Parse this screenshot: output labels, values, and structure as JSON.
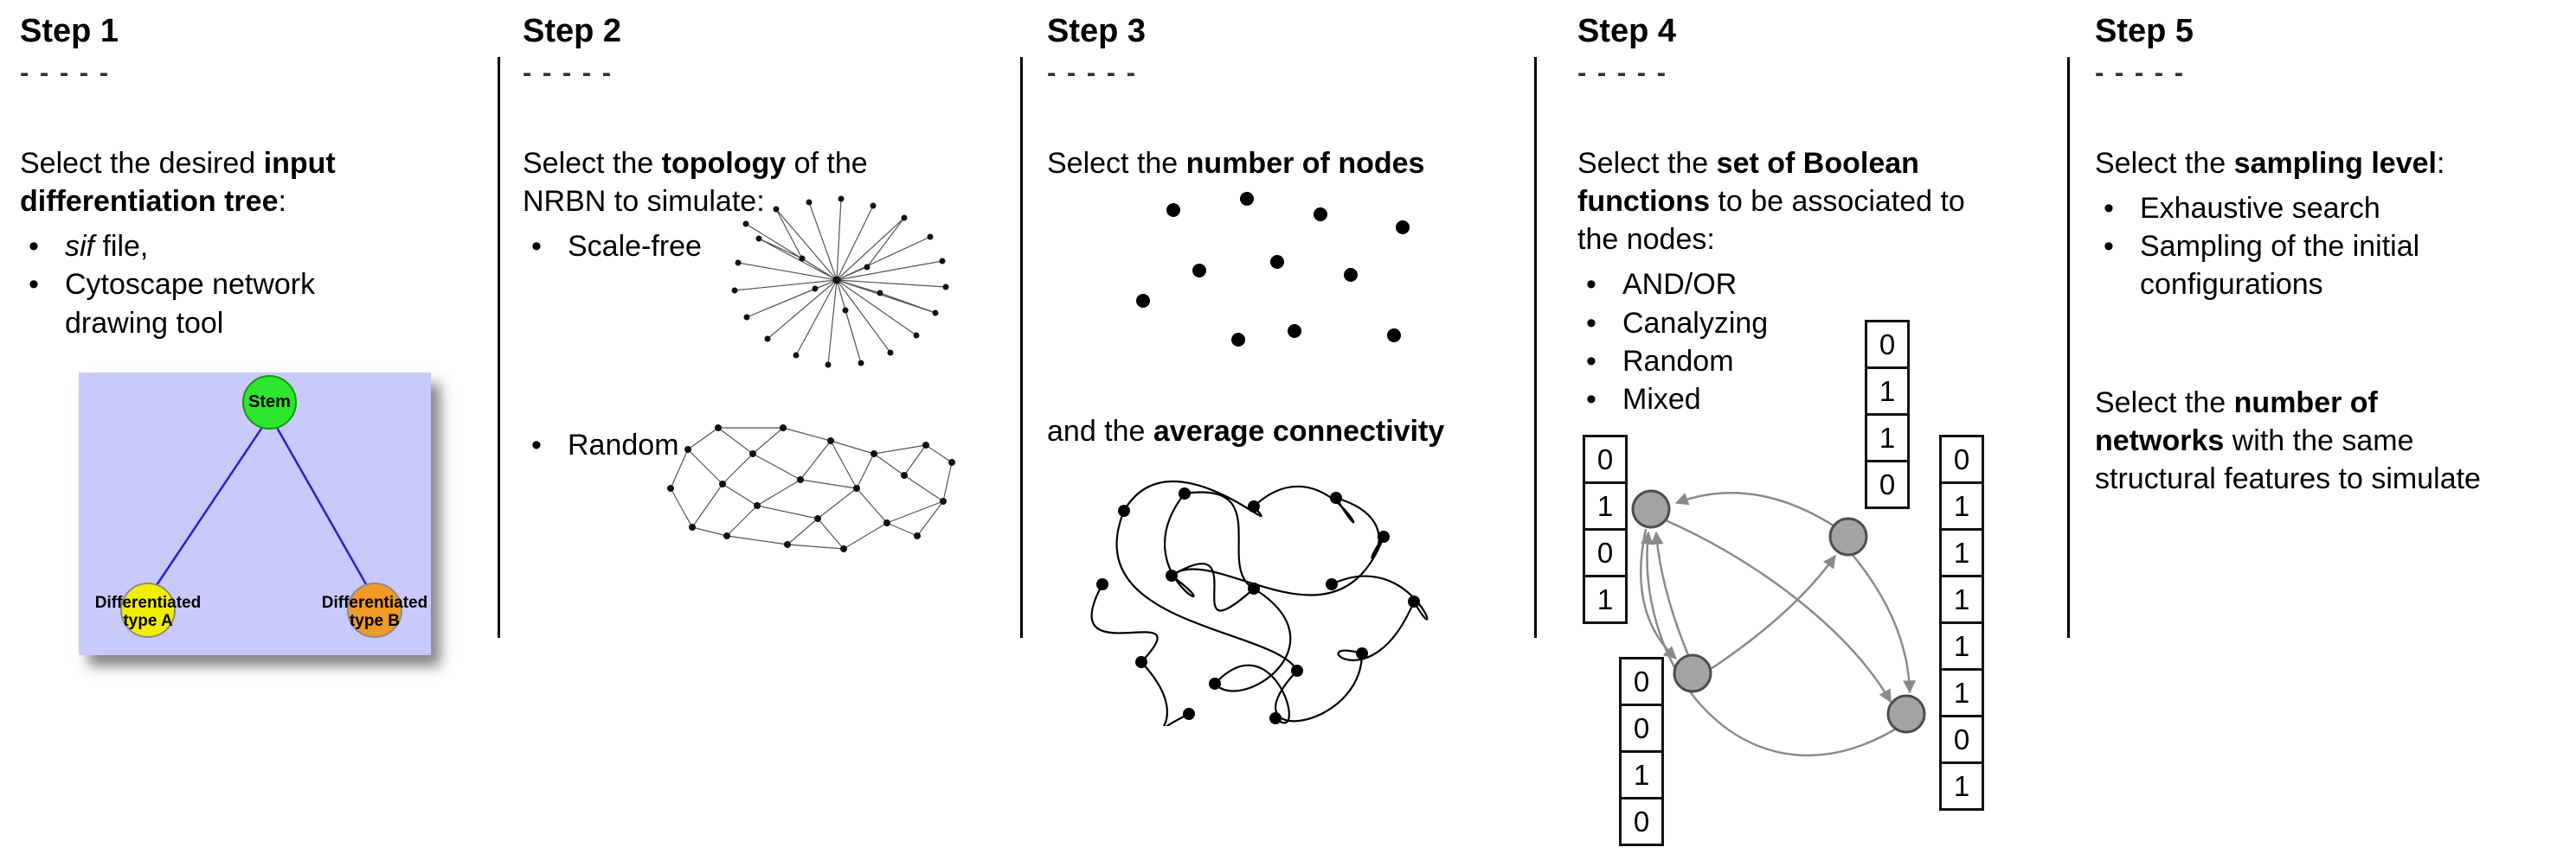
{
  "ui": {
    "bullet_char": "•"
  },
  "colors": {
    "stem_green": "#2de62d",
    "type_a_yellow": "#f2ee00",
    "type_b_orange": "#f09a28",
    "tree_bg": "#c9c9fb",
    "tree_edge": "#2323cc",
    "bn_node_fill": "#a3a3a3",
    "bn_node_stroke": "#4d4d4d",
    "bn_arrow": "#8a8a8a",
    "net_ink": "#1a1a1a"
  },
  "steps": [
    {
      "title": "Step 1",
      "dashes": "- - - - -",
      "intro": [
        {
          "t": "Select the desired "
        },
        {
          "t": "input",
          "b": true
        },
        {
          "br": true
        },
        {
          "t": "differentiation tree",
          "b": true
        },
        {
          "t": ":"
        }
      ],
      "bullets": [
        [
          {
            "t": "sif",
            "i": true
          },
          {
            "t": " file,"
          }
        ],
        [
          {
            "t": "Cytoscape network"
          },
          {
            "br": true
          },
          {
            "t": "drawing tool"
          }
        ]
      ],
      "tree": {
        "stem": "Stem",
        "type_a_line1": "Differentiated",
        "type_a_line2": "type A",
        "type_b_line1": "Differentiated",
        "type_b_line2": "type B"
      }
    },
    {
      "title": "Step 2",
      "dashes": "- - - - -",
      "intro": [
        {
          "t": "Select the "
        },
        {
          "t": "topology",
          "b": true
        },
        {
          "t": " of the"
        },
        {
          "br": true
        },
        {
          "t": "NRBN to simulate:"
        }
      ],
      "bullets": [
        [
          {
            "t": "Scale-free"
          }
        ],
        [
          {
            "t": "Random"
          }
        ]
      ]
    },
    {
      "title": "Step 3",
      "dashes": "- - - - -",
      "intro": [
        {
          "t": "Select the "
        },
        {
          "t": "number of nodes",
          "b": true
        }
      ],
      "second": [
        {
          "t": "and the "
        },
        {
          "t": "average connectivity",
          "b": true
        }
      ]
    },
    {
      "title": "Step 4",
      "dashes": "- - - - -",
      "intro": [
        {
          "t": "Select the "
        },
        {
          "t": "set of Boolean",
          "b": true
        },
        {
          "br": true
        },
        {
          "t": "functions",
          "b": true
        },
        {
          "t": " to be associated to"
        },
        {
          "br": true
        },
        {
          "t": "the nodes:"
        }
      ],
      "bullets": [
        [
          {
            "t": "AND/OR"
          }
        ],
        [
          {
            "t": "Canalyzing"
          }
        ],
        [
          {
            "t": "Random"
          }
        ],
        [
          {
            "t": "Mixed"
          }
        ]
      ],
      "tables": {
        "left": [
          "0",
          "1",
          "0",
          "1"
        ],
        "top": [
          "0",
          "1",
          "1",
          "0"
        ],
        "bottom_left": [
          "0",
          "0",
          "1",
          "0"
        ],
        "right": [
          "0",
          "1",
          "1",
          "1",
          "1",
          "1",
          "0",
          "1"
        ]
      }
    },
    {
      "title": "Step 5",
      "dashes": "- - - - -",
      "intro": [
        {
          "t": "Select the "
        },
        {
          "t": "sampling level",
          "b": true
        },
        {
          "t": ":"
        }
      ],
      "bullets": [
        [
          {
            "t": "Exhaustive search"
          }
        ],
        [
          {
            "t": "Sampling of the initial"
          },
          {
            "br": true
          },
          {
            "t": "configurations"
          }
        ]
      ],
      "second": [
        {
          "t": "Select the "
        },
        {
          "t": "number of",
          "b": true
        },
        {
          "br": true
        },
        {
          "t": "networks",
          "b": true
        },
        {
          "t": " with the same"
        },
        {
          "br": true
        },
        {
          "t": "structural features to simulate"
        }
      ]
    }
  ]
}
